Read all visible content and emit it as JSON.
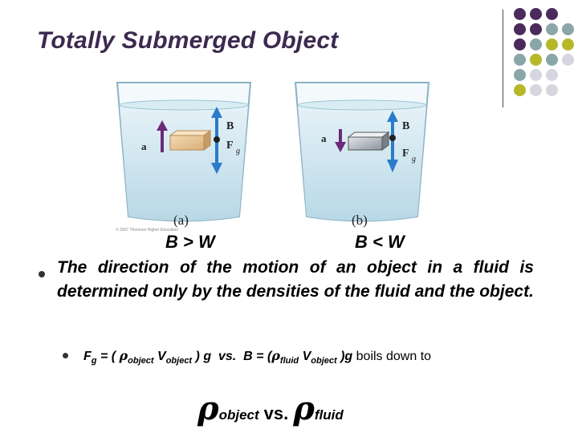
{
  "slide": {
    "title": "Totally Submerged Object",
    "figure": {
      "caption_a": "(a)",
      "caption_b": "(b)",
      "force_b_label": "B",
      "force_fg_label": "F",
      "force_fg_sub": "g",
      "accel_label": "a",
      "copyright": "© 2007 Thomson Higher Education"
    },
    "comparison_a": "B > W",
    "comparison_b": "B < W",
    "bullet_text": "The direction of the motion of an object in a fluid is determined only by the densities of the fluid and the object.",
    "formula": {
      "fg": "F",
      "fg_sub": "g",
      "eq1": " = ( ",
      "rho": "ρ",
      "object_sub": "object",
      "v": " V",
      "object_sub2": "object",
      "g_part": " ) g",
      "vs": "  vs.  ",
      "b": "B",
      "eq2": " = (",
      "fluid_sub": "fluid",
      "v2": " V",
      "object_sub3": "object",
      "g_part2": " )g",
      "tail": " boils down to"
    },
    "bottom": {
      "rho1": "ρ",
      "sub1": "object",
      "vs": "vs.",
      "rho2": "ρ",
      "sub2": "fluid"
    }
  },
  "colors": {
    "title": "#3b2a4f",
    "purple": "#4b2a5c",
    "teal": "#8aa6a8",
    "olive": "#b7b72a",
    "light": "#d6d6de",
    "arrow_blue": "#2a7bc9",
    "arrow_purple": "#6b2a7a"
  }
}
